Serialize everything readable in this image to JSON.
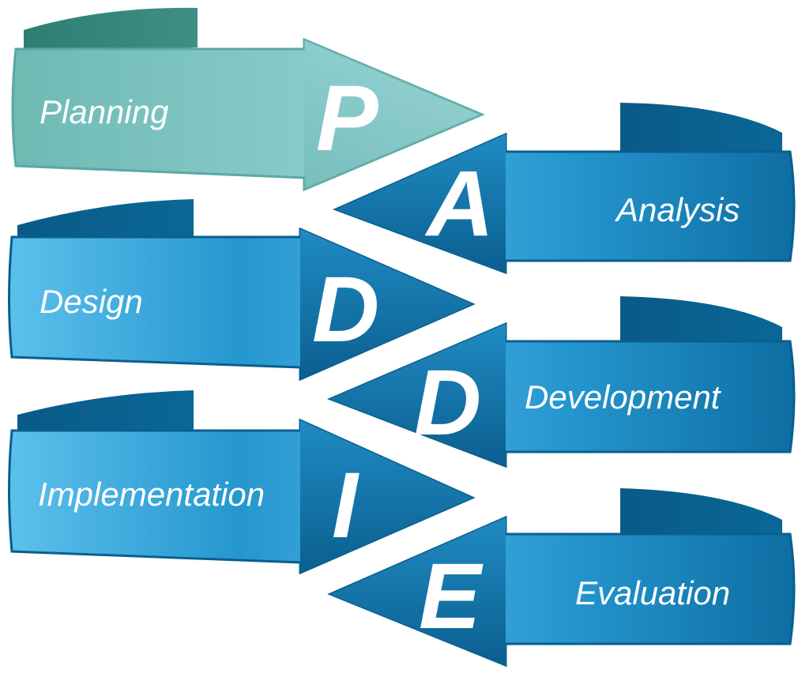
{
  "steps": [
    {
      "letter": "P",
      "label": "Planning"
    },
    {
      "letter": "A",
      "label": "Analysis"
    },
    {
      "letter": "D",
      "label": "Design"
    },
    {
      "letter": "D",
      "label": "Development"
    },
    {
      "letter": "I",
      "label": "Implementation"
    },
    {
      "letter": "E",
      "label": "Evaluation"
    }
  ],
  "colors": {
    "teal_light": "#8fcfcf",
    "teal_mid": "#6fb8b6",
    "teal_dark": "#3a8a82",
    "blue_light": "#5ab8e6",
    "blue_mid": "#1f8fc8",
    "blue_dark": "#0a5f8e",
    "text": "#ffffff"
  }
}
